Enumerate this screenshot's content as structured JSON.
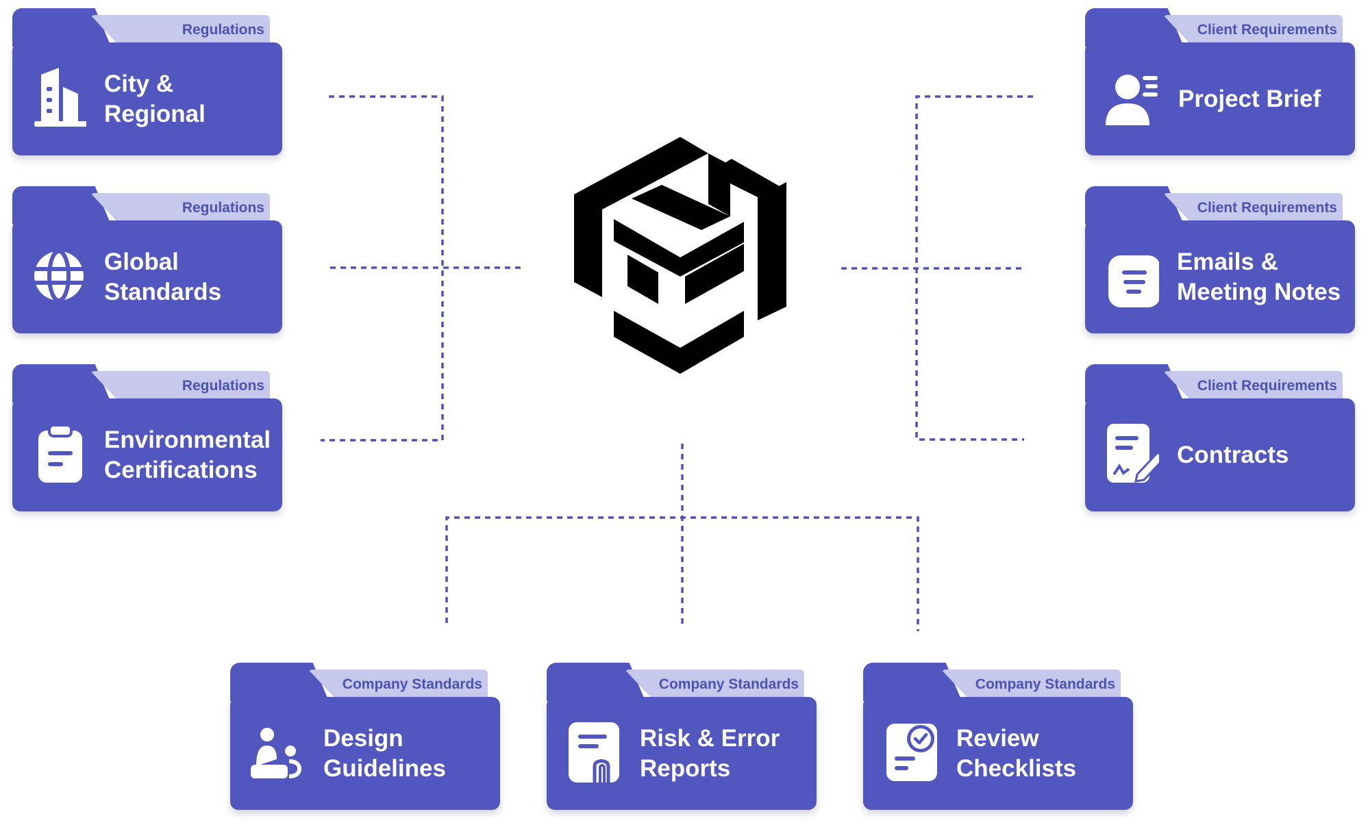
{
  "colors": {
    "folder": "#5157bf",
    "tab_light": "#c6c8ec",
    "tab_text": "#4c52b4",
    "connector": "#5050b8",
    "logo": "#000000"
  },
  "folders": {
    "city_regional": {
      "category": "Regulations",
      "title_lines": [
        "City &",
        "Regional"
      ],
      "icon": "building-icon"
    },
    "global_standards": {
      "category": "Regulations",
      "title_lines": [
        "Global",
        "Standards"
      ],
      "icon": "globe-icon"
    },
    "env_certifications": {
      "category": "Regulations",
      "title_lines": [
        "Environmental",
        "Certifications"
      ],
      "icon": "clipboard-icon"
    },
    "project_brief": {
      "category": "Client Requirements",
      "title_lines": [
        "Project Brief"
      ],
      "icon": "user-list-icon"
    },
    "emails_notes": {
      "category": "Client Requirements",
      "title_lines": [
        "Emails &",
        "Meeting Notes"
      ],
      "icon": "message-icon"
    },
    "contracts": {
      "category": "Client Requirements",
      "title_lines": [
        "Contracts"
      ],
      "icon": "signed-document-icon"
    },
    "design_guidelines": {
      "category": "Company Standards",
      "title_lines": [
        "Design",
        "Guidelines"
      ],
      "icon": "presenter-icon"
    },
    "risk_reports": {
      "category": "Company Standards",
      "title_lines": [
        "Risk & Error",
        "Reports"
      ],
      "icon": "attachment-document-icon"
    },
    "review_checklists": {
      "category": "Company Standards",
      "title_lines": [
        "Review",
        "Checklists"
      ],
      "icon": "checked-document-icon"
    }
  },
  "center": {
    "icon": "cube-logo-icon"
  }
}
